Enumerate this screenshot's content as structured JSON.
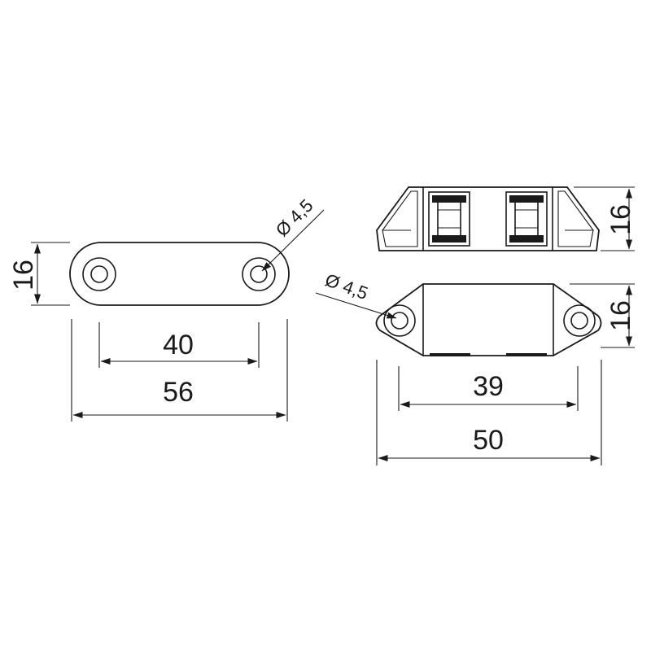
{
  "left_view": {
    "height_dim": "16",
    "hole_spacing_dim": "40",
    "length_dim": "56",
    "hole_diameter_label": "Ø 4,5"
  },
  "right_view": {
    "side_height_dim": "16",
    "top_height_dim": "16",
    "hole_spacing_dim": "39",
    "length_dim": "50",
    "hole_diameter_label": "Ø 4,5"
  }
}
